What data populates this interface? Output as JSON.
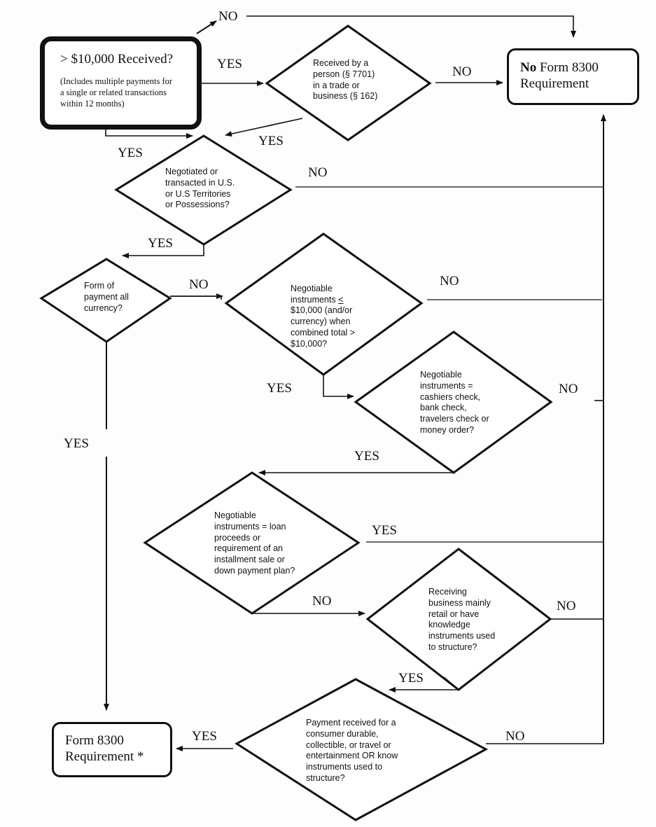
{
  "nodes": {
    "start": {
      "title": "> $10,000 Received?",
      "subtitle": "(Includes multiple payments for\na single or related transactions\nwithin 12 months)"
    },
    "no_requirement": {
      "bold_prefix": "No",
      "title_rest": " Form 8300",
      "line2": "Requirement"
    },
    "requirement": {
      "line1": "Form 8300",
      "line2": "Requirement *"
    },
    "d1": "Received by a\nperson (§ 7701)\nin a trade or\nbusiness (§ 162)",
    "d2": "Negotiated or\ntransacted in U.S.\nor U.S Territories\nor Possessions?",
    "d3": "Form of\npayment all\ncurrency?",
    "d4_line1": "Negotiable",
    "d4_line2_pre": "instruments ",
    "d4_line2_sym": "<",
    "d4_rest": "$10,000 (and/or\ncurrency) when\ncombined total >\n$10,000?",
    "d5": "Negotiable\ninstruments =\ncashiers check,\nbank check,\ntravelers check or\nmoney order?",
    "d6": "Negotiable\ninstruments = loan\nproceeds or\nrequirement of an\ninstallment sale or\ndown payment plan?",
    "d7": "Receiving\nbusiness mainly\nretail or have\nknowledge\ninstruments used\nto structure?",
    "d8": "Payment received for a\nconsumer durable,\ncollectible, or travel or\nentertainment OR know\ninstruments used to\nstructure?"
  },
  "edge_labels": {
    "start_no": "NO",
    "start_yes_right": "YES",
    "start_yes_down": "YES",
    "d1_no": "NO",
    "d1_yes": "YES",
    "d2_no": "NO",
    "d2_yes": "YES",
    "d3_no": "NO",
    "d3_yes": "YES",
    "d4_no": "NO",
    "d4_yes": "YES",
    "d5_no": "NO",
    "d5_yes": "YES",
    "d6_yes": "YES",
    "d6_no": "NO",
    "d7_no": "NO",
    "d7_yes": "YES",
    "d8_yes": "YES",
    "d8_no": "NO"
  },
  "colors": {
    "stroke": "#111111",
    "background": "#fdfdfd"
  }
}
